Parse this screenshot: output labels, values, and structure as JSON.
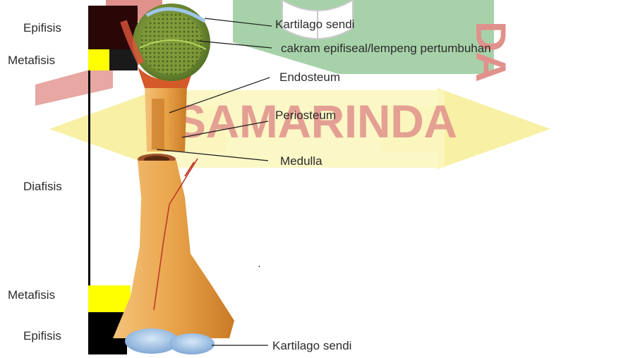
{
  "watermark": {
    "text": "SAMARINDA",
    "letters_right": "DA",
    "colors": {
      "red": "#c8372d",
      "green": "#43a047",
      "yellow": "#f2e35a"
    }
  },
  "region_labels": {
    "epifisis_top": "Epifisis",
    "metafisis_top": "Metafisis",
    "diafisis": "Diafisis",
    "metafisis_bottom": "Metafisis",
    "epifisis_bottom": "Epifisis"
  },
  "callouts": {
    "kartilago_sendi_top": "Kartilago sendi",
    "cakram": "cakram epifiseal/lempeng pertumbuhan",
    "endosteum": "Endosteum",
    "periosteum": "Periosteum",
    "medulla": "Medulla",
    "kartilago_sendi_bottom": "Kartilago sendi"
  },
  "colors": {
    "bone": "#e9a44a",
    "bone_dark": "#c97a26",
    "spongy": "#7a8f3a",
    "cartilage": "#a9c9ea",
    "marker_yellow": "#ffff00",
    "marker_black": "#000000",
    "marker_darkred": "#3a0a0a",
    "artery": "#c0392b"
  }
}
